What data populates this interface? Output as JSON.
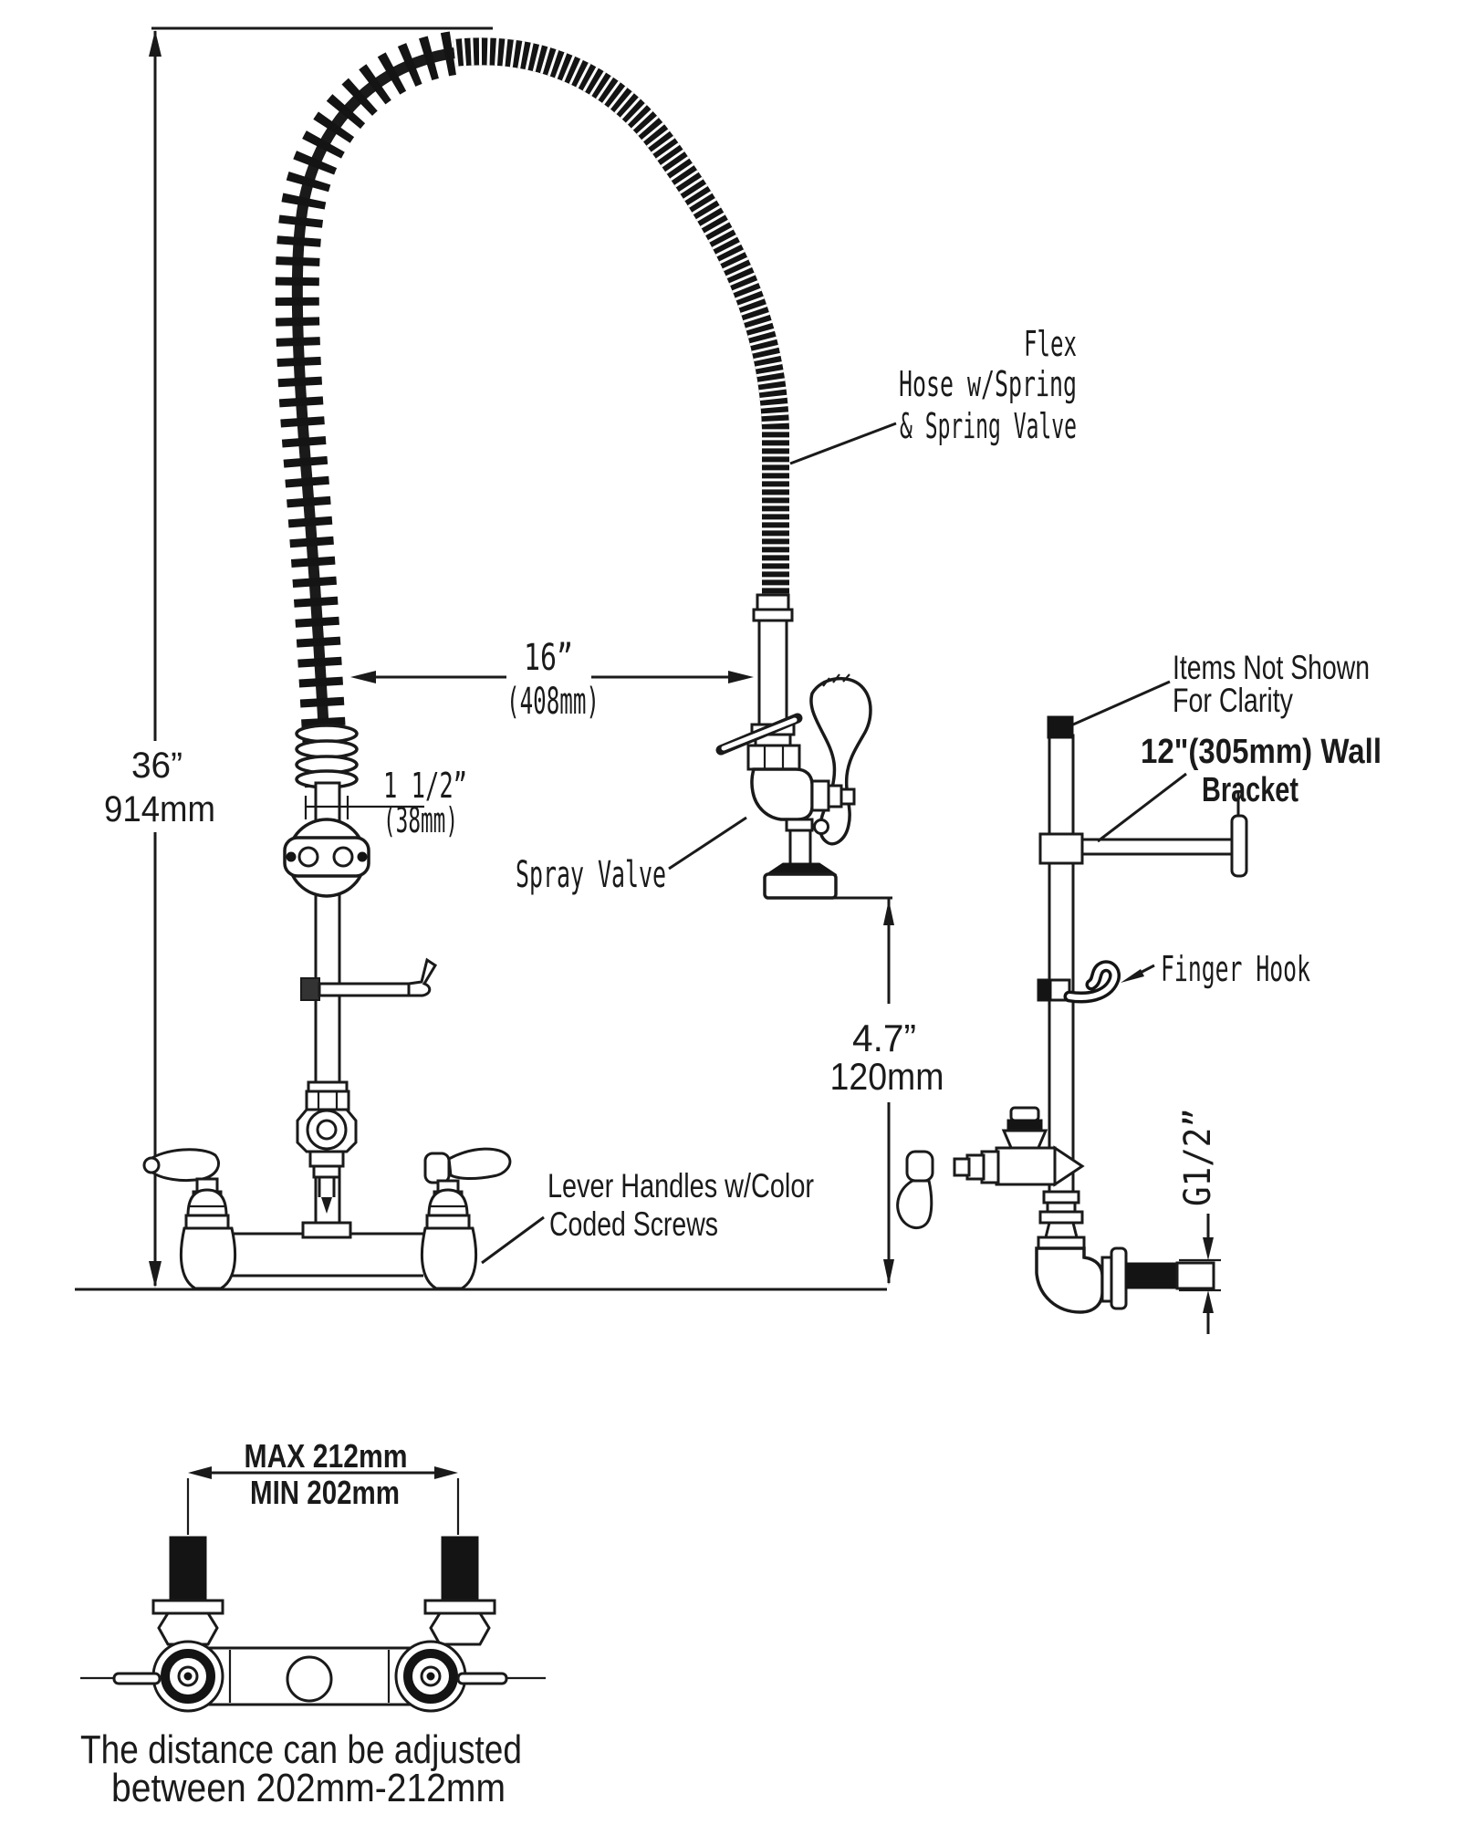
{
  "colors": {
    "ink": "#1a1a1a",
    "background": "#ffffff",
    "dark_fill": "#141414"
  },
  "labels": {
    "flex_hose": {
      "line1": "Flex",
      "line2": "Hose w/Spring",
      "line3": "& Spring Valve"
    },
    "spray_valve": "Spray Valve",
    "items_not_shown": {
      "line1": "Items Not Shown",
      "line2": "For Clarity"
    },
    "wall_bracket": {
      "line1": "12\"(305mm) Wall",
      "line2": "Bracket"
    },
    "finger_hook": "Finger Hook",
    "lever_handles": {
      "line1": "Lever Handles w/Color",
      "line2": "Coded Screws"
    },
    "adjust_note": {
      "line1": "The distance can be adjusted",
      "line2": "between 202mm-212mm"
    }
  },
  "dimensions": {
    "height": {
      "inches": "36”",
      "mm": "914mm"
    },
    "hose_reach": {
      "inches": "16”",
      "mm": "(408mm)"
    },
    "spring_dia": {
      "inches": "1 1/2”",
      "mm": "(38mm)"
    },
    "head_drop": {
      "inches": "4.7”",
      "mm": "120mm"
    },
    "inlet_thread": "G1/2”",
    "center_spread": {
      "max": "MAX 212mm",
      "min": "MIN 202mm"
    }
  }
}
